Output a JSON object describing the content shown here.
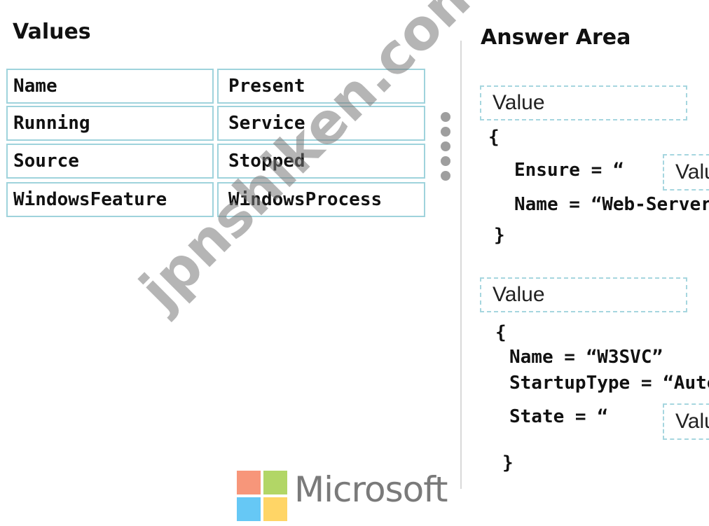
{
  "values_panel": {
    "title": "Values",
    "tiles": [
      "Name",
      "Present",
      "Running",
      "Service",
      "Source",
      "Stopped",
      "WindowsFeature",
      "WindowsProcess"
    ]
  },
  "answer_area": {
    "title": "Answer Area",
    "block1": {
      "slot_label": "Value",
      "open_brace": "{",
      "ensure_line": "Ensure = “",
      "ensure_slot": "Value",
      "name_line": "Name = “Web-Server”",
      "close_brace": "}"
    },
    "block2": {
      "slot_label": "Value",
      "open_brace": "{",
      "name_line": "Name = “W3SVC”",
      "startup_line": "StartupType = “Automatic”",
      "state_line": "State = “",
      "state_slot": "Value",
      "close_brace": "}"
    }
  },
  "watermark": "jpnshiken.com",
  "brand": {
    "name": "Microsoft",
    "colors": [
      "#f25022",
      "#7fba00",
      "#00a4ef",
      "#ffb900"
    ]
  }
}
